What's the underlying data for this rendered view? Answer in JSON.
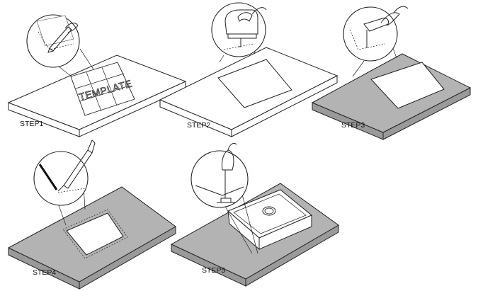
{
  "steps": [
    {
      "label": "STEP1",
      "template_text": "TEMPLATE"
    },
    {
      "label": "STEP2"
    },
    {
      "label": "STEP3"
    },
    {
      "label": "STEP4"
    },
    {
      "label": "STEP5"
    }
  ],
  "colors": {
    "countertop_white": "#ffffff",
    "countertop_gray": "#b3b3b3",
    "edge_gray": "#9a9a9a",
    "outline": "#222222"
  },
  "icons": [
    "pencil-icon",
    "jigsaw-icon",
    "drill-icon",
    "sealant-tube-icon",
    "clip-screwdriver-icon",
    "sink-icon"
  ]
}
